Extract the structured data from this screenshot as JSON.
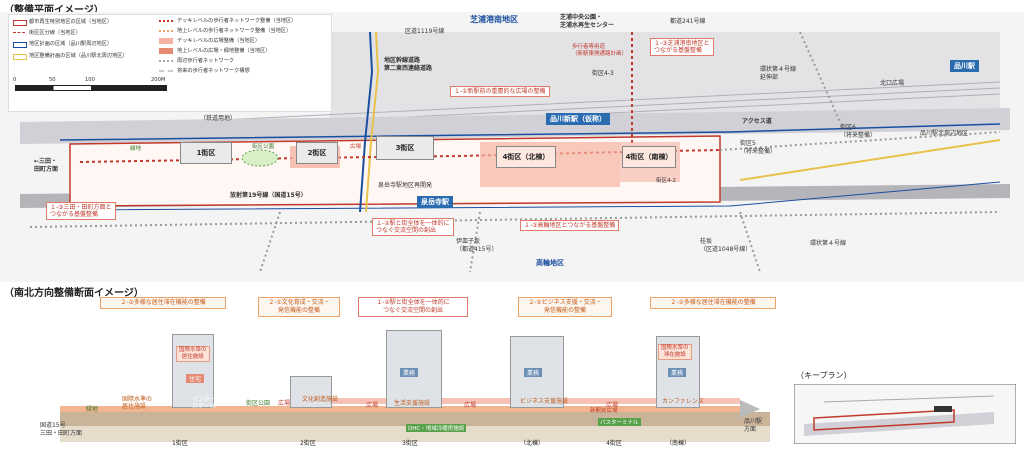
{
  "titles": {
    "plan": "（整備平面イメージ）",
    "section": "（南北方向整備断面イメージ）",
    "keyplan": "（キープラン）"
  },
  "legend": {
    "items": [
      "都市再生特別地区の区域（当地区）",
      "街区区分線（当地区）",
      "地区計画の区域（品川駅周辺地区）",
      "地区整備計画の区域（品川駅北周辺地区）",
      "デッキレベルの歩行者ネットワーク整備（当地区）",
      "地上レベルの歩行者ネットワーク整備（当地区）",
      "デッキレベルの広場整備（当地区）",
      "地上レベルの広場・緑地整備（当地区）",
      "周辺歩行者ネットワーク",
      "将来の歩行者ネットワーク構想"
    ],
    "scale": [
      "0",
      "50",
      "100",
      "200M"
    ]
  },
  "map": {
    "labels": {
      "shibaura": "芝浦港南地区",
      "shibaura_center": "芝浦中央公園・\n芝浦水再生センター",
      "road1119": "区道1119号線",
      "road2141": "都道241号線",
      "chiku_kansen": "地区幹線道路\n第二東西連絡道路",
      "hokosha": "歩行者専用道\n（新駅東側通路計画）",
      "gaiku43": "街区4-3",
      "kanjo4": "環状第４号線\n延伸部",
      "kitaguchi": "北口広場",
      "shinagawa": "品川駅",
      "railway": "（鉄道用地）",
      "shinsta": "品川新駅（仮称）",
      "access": "アクセス道",
      "mita": "←三田・\n田町方面",
      "gaiku6": "街区6\n（将来整備）",
      "gaiku5": "街区5\n（将来整備）",
      "kitashu": "品川駅北周辺地区",
      "sengakuji_redev": "泉岳寺駅地区再開発",
      "rt15": "放射第19号線（国道15号）",
      "sengakuji": "泉岳寺駅",
      "isarago": "伊皿子坂\n（都道415号）",
      "takanawa": "高輪地区",
      "katsurazaka": "桂坂\n（区道1048号線）",
      "kanjo4b": "環状第４号線",
      "gaiku_park": "街区公園",
      "hiroba": "広場",
      "green": "緑地",
      "gaiku42": "街区4-2"
    },
    "blocks": [
      "1街区",
      "2街区",
      "3街区",
      "4街区（北棟）",
      "4街区（南棟）"
    ],
    "callouts": {
      "c1": "１-①新駅前の重層的な広場の整備",
      "c2": "１-③芝浦港南地区と\nつながる基盤整備",
      "c3": "１-③三田・田町方面と\nつながる基盤整備",
      "c4": "１-②駅と街全体を一体的に\nつなぐ交流空間の創出",
      "c5": "１-③高輪地区とつながる基盤整備"
    }
  },
  "section": {
    "callouts": [
      "２-②多様な居住滞在機能の整備",
      "２-①文化育成・交流・\n発信機能の整備",
      "１-②駅と街全体を一体的に\nつなぐ交流空間の創出",
      "２-①ビジネス支援・交流・\n発信機能の整備",
      "２-②多様な居住滞在機能の整備"
    ],
    "bldg_labels": [
      "国際水準の\n居住施設",
      "住宅",
      "業務",
      "業務",
      "業務",
      "国際水準の\n滞在施設"
    ],
    "ground_labels": {
      "green": "緑地",
      "intl": "国際水準の\n居住施設",
      "school": "インターナショナル\nスクール",
      "park": "街区公園",
      "plaza1": "広場",
      "culture": "文化創造施設",
      "plaza2": "広場",
      "life": "生活支援施設",
      "plaza3": "広場",
      "biz": "ビジネス支援施設",
      "plaza4": "広場",
      "conf": "カンファレンス",
      "new_sta": "新駅前広場",
      "dhc": "DHC・地域冷暖房施設",
      "bus": "バスターミナル"
    },
    "districts": [
      "1街区",
      "2街区",
      "3街区",
      "（北棟）",
      "4街区",
      "（南棟）"
    ],
    "ends": {
      "left": "国道15号\n三田・田町方面",
      "right": "品川駅\n方面"
    }
  },
  "colors": {
    "accent_red": "#c0392b",
    "pink": "#f5b3a3",
    "orange": "#e8a36a",
    "blue": "#2b6cb0",
    "yellow": "#e8c24a",
    "rail_gray": "#c8c8cc"
  }
}
